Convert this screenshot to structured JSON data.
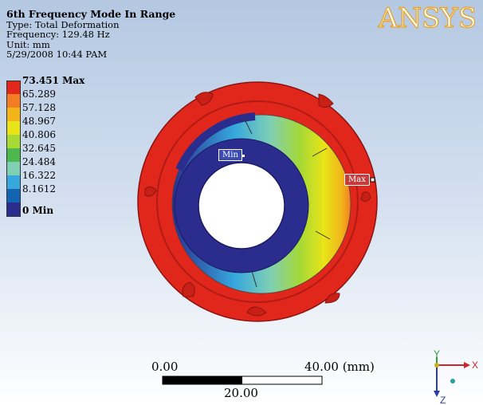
{
  "header": {
    "title": "6th Frequency Mode In Range",
    "type": "Type: Total Deformation",
    "frequency": "Frequency: 129.48 Hz",
    "unit": "Unit: mm",
    "datetime": "5/29/2008 10:44 PAM"
  },
  "logo": {
    "text": "ANSYS"
  },
  "legend": {
    "items": [
      {
        "label": "73.451 Max",
        "color": "#e1261c",
        "bold": true
      },
      {
        "label": "65.289",
        "color": "#f47c24"
      },
      {
        "label": "57.128",
        "color": "#f1b51a"
      },
      {
        "label": "48.967",
        "color": "#e9e418"
      },
      {
        "label": "40.806",
        "color": "#a6d934"
      },
      {
        "label": "32.645",
        "color": "#4db84e"
      },
      {
        "label": "24.484",
        "color": "#7fcfb4"
      },
      {
        "label": "16.322",
        "color": "#36a8de"
      },
      {
        "label": "8.1612",
        "color": "#1464b4"
      },
      {
        "label": "0 Min",
        "color": "#2b2d8e",
        "bold": true
      }
    ]
  },
  "probes": {
    "min_label": "Min",
    "max_label": "Max"
  },
  "scale": {
    "left": "0.00",
    "right": "40.00 (mm)",
    "mid": "20.00"
  },
  "triad": {
    "x": "X",
    "y": "Y",
    "z": "Z"
  },
  "colors": {
    "ring_red": "#e1261c",
    "hub_blue": "#2b2d8e"
  }
}
